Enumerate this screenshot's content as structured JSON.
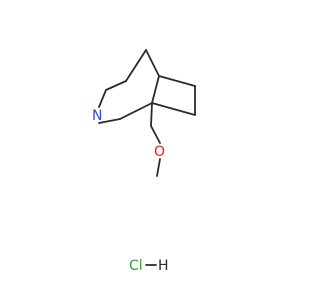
{
  "molecule": {
    "atoms": {
      "nitrogen": {
        "label": "N",
        "color": "#2f4fd6"
      },
      "oxygen": {
        "label": "O",
        "color": "#e0241b"
      }
    }
  },
  "salt": {
    "chlorine": {
      "label": "Cl",
      "color": "#3a9d35"
    },
    "hydrogen": {
      "label": "H",
      "color": "#2b2b2b"
    }
  },
  "colors": {
    "bond": "#2b2b2b",
    "background": "#ffffff"
  }
}
